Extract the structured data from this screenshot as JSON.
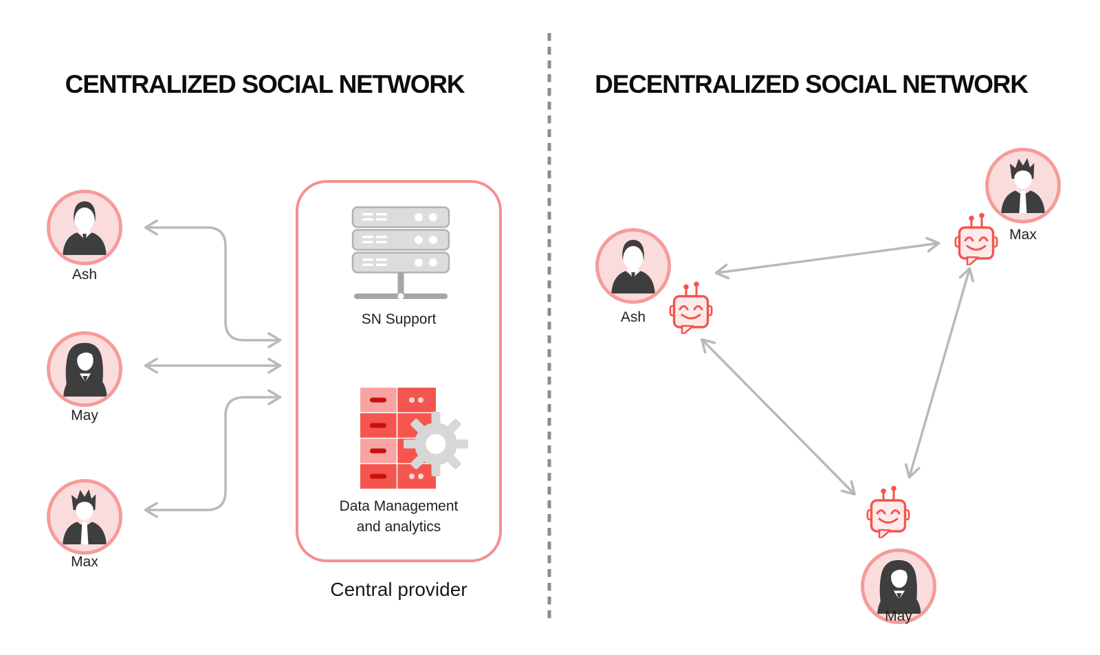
{
  "left": {
    "title": "CENTRALIZED SOCIAL NETWORK",
    "users": [
      {
        "name": "Ash",
        "avatar": "man"
      },
      {
        "name": "May",
        "avatar": "woman"
      },
      {
        "name": "Max",
        "avatar": "man-spiky"
      }
    ],
    "box": {
      "server_label": "SN Support",
      "data_label_line1": "Data Management",
      "data_label_line2": "and analytics",
      "caption": "Central provider"
    },
    "connections": [
      "Ash ↔ Central provider",
      "May ↔ Central provider",
      "Max ↔ Central provider"
    ]
  },
  "right": {
    "title": "DECENTRALIZED SOCIAL NETWORK",
    "users": [
      {
        "name": "Ash",
        "avatar": "man"
      },
      {
        "name": "Max",
        "avatar": "man-spiky"
      },
      {
        "name": "May",
        "avatar": "woman"
      }
    ],
    "connections": [
      "Ash ↔ Max",
      "Ash ↔ May",
      "Max ↔ May"
    ]
  },
  "colors": {
    "accent_red": "#f4544d",
    "bot_fill": "#fdeaea",
    "avatar_ring": "#f59b9b",
    "avatar_fill": "#fbdcdc",
    "box_border": "#f58f8f",
    "arrow_gray": "#b9b9b9",
    "divider_gray": "#8c8c8c",
    "silhouette": "#3e3e3e",
    "server_gray": "#dcdcdc",
    "db_light_red": "#f9a3a3",
    "db_dark_red": "#f4564f",
    "text": "#111111"
  }
}
